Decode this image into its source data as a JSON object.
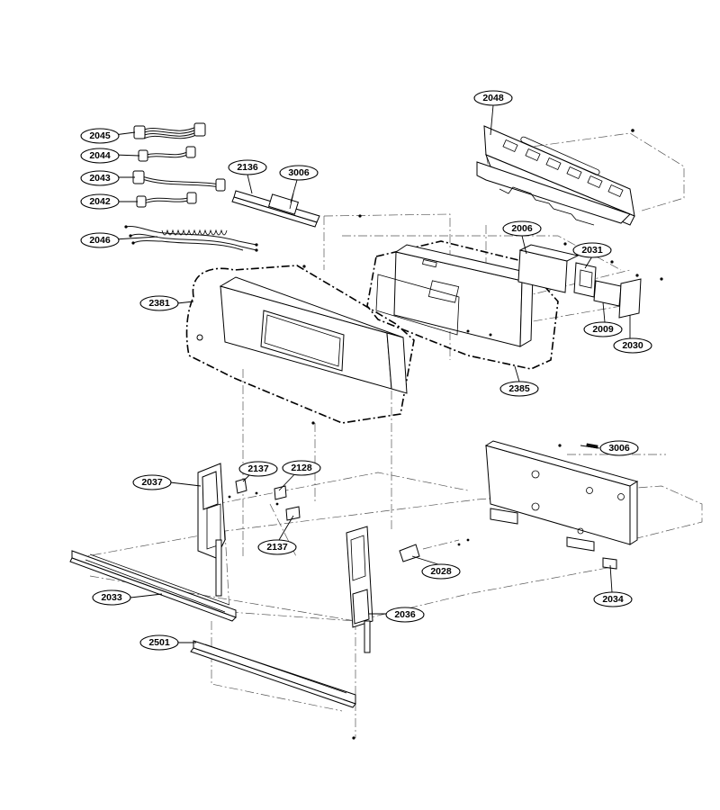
{
  "diagram": {
    "labels": {
      "l2048": "2048",
      "l2045": "2045",
      "l2044": "2044",
      "l2043": "2043",
      "l2042": "2042",
      "l2046": "2046",
      "l2136": "2136",
      "l3006a": "3006",
      "l2006": "2006",
      "l2031": "2031",
      "l2381": "2381",
      "l2009": "2009",
      "l2030": "2030",
      "l2385": "2385",
      "l3006b": "3006",
      "l2037": "2037",
      "l2137a": "2137",
      "l2128": "2128",
      "l2137b": "2137",
      "l2028": "2028",
      "l2034": "2034",
      "l2033": "2033",
      "l2036": "2036",
      "l2501": "2501"
    }
  }
}
